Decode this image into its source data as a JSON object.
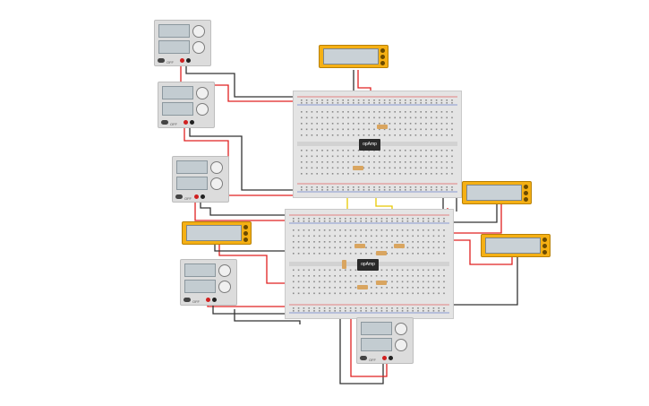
{
  "chips": [
    {
      "label": "opAmp"
    },
    {
      "label": "opAmp"
    }
  ],
  "supply_switch_label": "OFF",
  "colors": {
    "wire_red": "#e02020",
    "wire_black": "#333333",
    "wire_yellow": "#e8c800",
    "wire_purple": "#7a30b0",
    "multimeter": "#f5b014",
    "breadboard": "#e4e4e4"
  },
  "icons": [
    "power-supply-knob-icon",
    "multimeter-dial-icon",
    "resistor-icon"
  ]
}
